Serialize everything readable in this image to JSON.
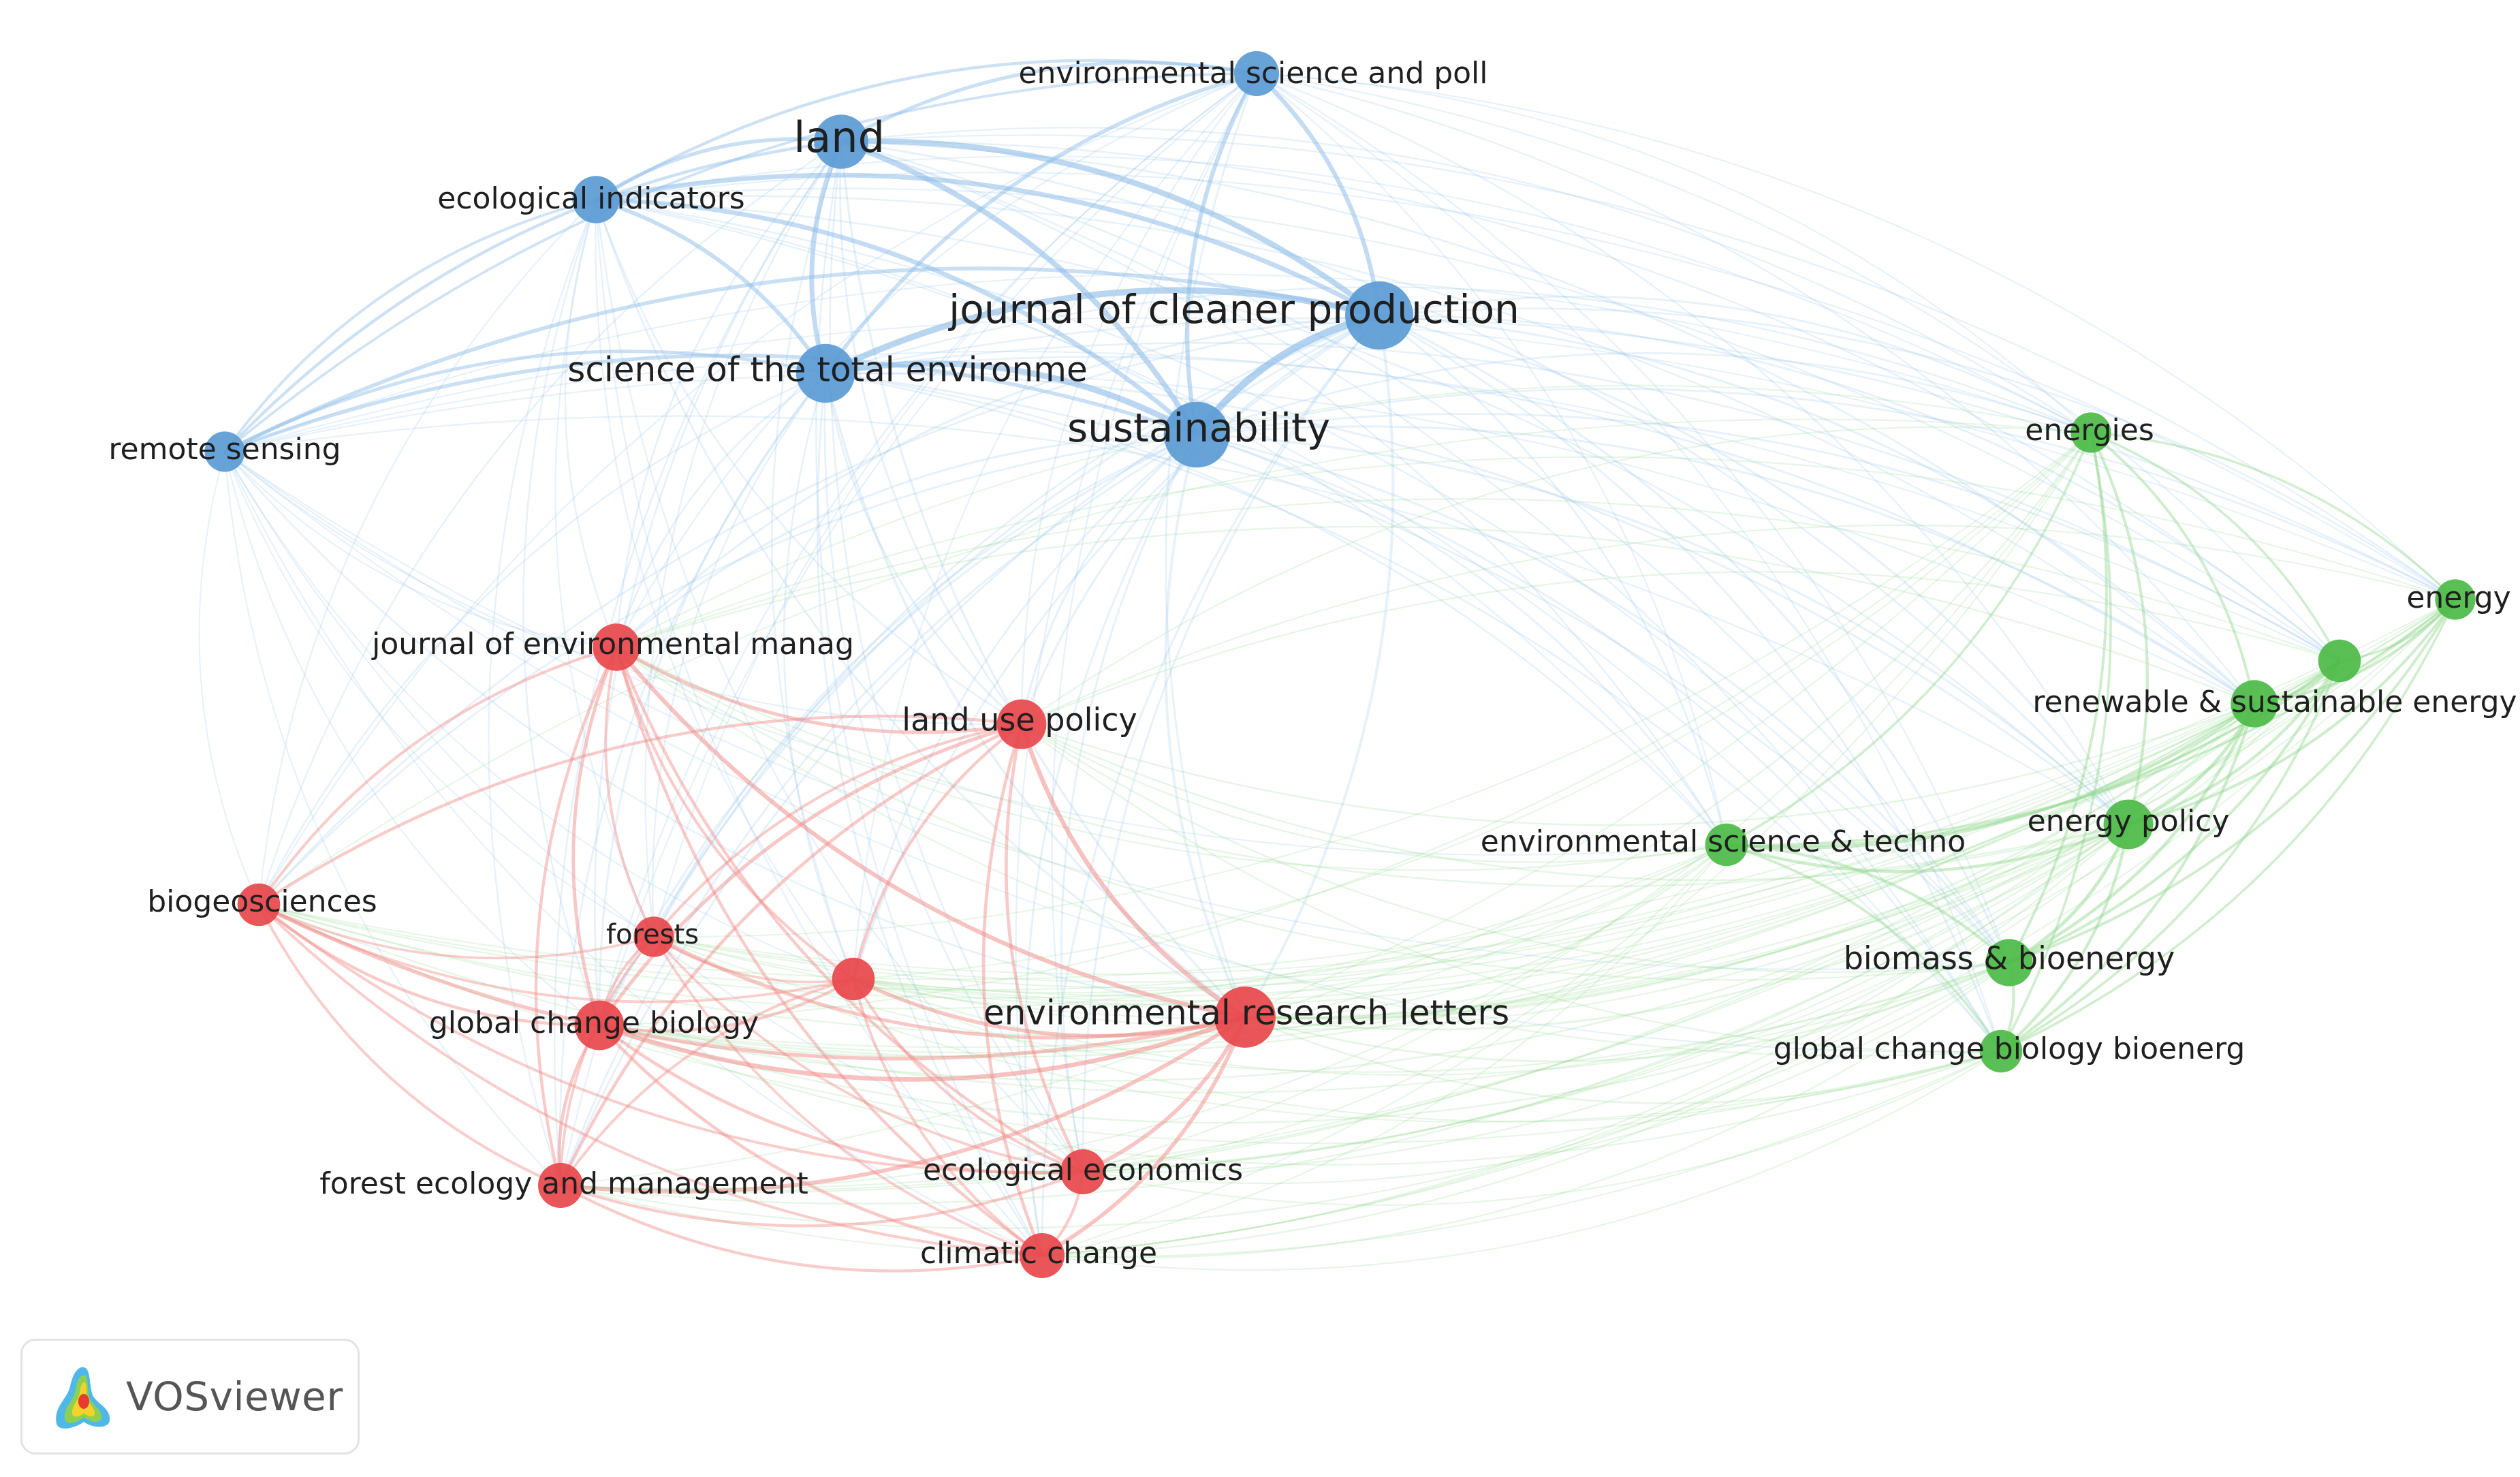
{
  "colors": {
    "blue": "#5b9bd5",
    "red": "#e8464b",
    "green": "#4cbb47",
    "blue_link": "#8fbde8",
    "red_link": "#f08a86",
    "green_link": "#8ed68a"
  },
  "nodes": [
    {
      "id": "env_sci_poll",
      "label": "environmental science and poll",
      "cluster": "blue",
      "weight": 0.5
    },
    {
      "id": "land",
      "label": "land",
      "cluster": "blue",
      "weight": 0.7
    },
    {
      "id": "eco_ind",
      "label": "ecological indicators",
      "cluster": "blue",
      "weight": 0.55
    },
    {
      "id": "jcp",
      "label": "journal of cleaner production",
      "cluster": "blue",
      "weight": 1.0
    },
    {
      "id": "stoten",
      "label": "science of the total environme",
      "cluster": "blue",
      "weight": 0.8
    },
    {
      "id": "sust",
      "label": "sustainability",
      "cluster": "blue",
      "weight": 0.95
    },
    {
      "id": "remote",
      "label": "remote sensing",
      "cluster": "blue",
      "weight": 0.4
    },
    {
      "id": "energies",
      "label": "energies",
      "cluster": "green",
      "weight": 0.4
    },
    {
      "id": "energy",
      "label": "energy",
      "cluster": "green",
      "weight": 0.4
    },
    {
      "id": "green_unl",
      "label": "",
      "cluster": "green",
      "weight": 0.45
    },
    {
      "id": "rser",
      "label": "renewable & sustainable energy",
      "cluster": "green",
      "weight": 0.55
    },
    {
      "id": "est",
      "label": "environmental science & techno",
      "cluster": "green",
      "weight": 0.45
    },
    {
      "id": "enpol",
      "label": "energy policy",
      "cluster": "green",
      "weight": 0.6
    },
    {
      "id": "biomass",
      "label": "biomass & bioenergy",
      "cluster": "green",
      "weight": 0.55
    },
    {
      "id": "gcbb",
      "label": "global change biology bioenerg",
      "cluster": "green",
      "weight": 0.45
    },
    {
      "id": "jem",
      "label": "journal of environmental manag",
      "cluster": "red",
      "weight": 0.55
    },
    {
      "id": "lup",
      "label": "land use policy",
      "cluster": "red",
      "weight": 0.6
    },
    {
      "id": "biogeo",
      "label": "biogeosciences",
      "cluster": "red",
      "weight": 0.45
    },
    {
      "id": "forests",
      "label": "forests",
      "cluster": "red",
      "weight": 0.4
    },
    {
      "id": "red_unl",
      "label": "",
      "cluster": "red",
      "weight": 0.45
    },
    {
      "id": "gcb",
      "label": "global change biology",
      "cluster": "red",
      "weight": 0.6
    },
    {
      "id": "erl",
      "label": "environmental research letters",
      "cluster": "red",
      "weight": 0.85
    },
    {
      "id": "feco",
      "label": "forest ecology and management",
      "cluster": "red",
      "weight": 0.5
    },
    {
      "id": "ecoecon",
      "label": "ecological economics",
      "cluster": "red",
      "weight": 0.5
    },
    {
      "id": "climchg",
      "label": "climatic change",
      "cluster": "red",
      "weight": 0.5
    }
  ],
  "logo": {
    "text": "VOSviewer",
    "icon": "vosviewer-logo-icon"
  }
}
